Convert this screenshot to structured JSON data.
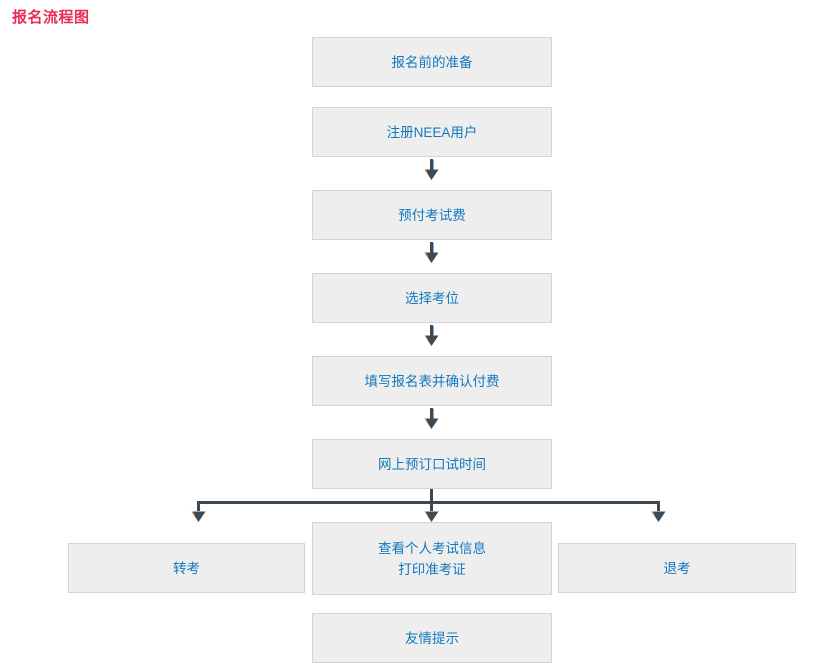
{
  "page": {
    "title": "报名流程图",
    "title_color": "#ec2c58",
    "background": "#ffffff"
  },
  "theme": {
    "node_fill": "#eeeeee",
    "node_border": "#d4d4d4",
    "node_text": "#1279bf",
    "connector": "#3d4a54",
    "connector_highlight": "#d98c3f"
  },
  "flow": {
    "main_chain": [
      {
        "id": "prepare",
        "label": "报名前的准备"
      },
      {
        "id": "register",
        "label": "注册NEEA用户"
      },
      {
        "id": "prepay",
        "label": "预付考试费"
      },
      {
        "id": "seat",
        "label": "选择考位"
      },
      {
        "id": "form",
        "label": "填写报名表并确认付费"
      },
      {
        "id": "oral",
        "label": "网上预订口试时间"
      }
    ],
    "branch_row": [
      {
        "id": "transfer",
        "label": "转考"
      },
      {
        "id": "info",
        "label": "查看个人考试信息\n打印准考证"
      },
      {
        "id": "refund",
        "label": "退考"
      }
    ],
    "footer_node": {
      "id": "tips",
      "label": "友情提示"
    },
    "connectors": {
      "chain_arrow_icon": "arrow-down-icon",
      "branch_arrow_icon": "arrow-down-icon",
      "chain_arrow_count": 4,
      "branch_arrow_count": 3
    }
  }
}
